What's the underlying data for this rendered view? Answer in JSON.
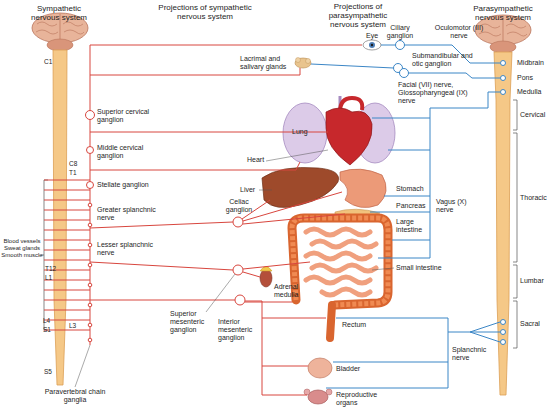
{
  "diagram": {
    "labels": [
      "Sympathetic nervous system",
      "Projections of sympathetic nervous system",
      "Projections of parasympathetic nervous system",
      "Parasympathetic nervous system",
      "Eye",
      "Ciliary ganglion",
      "Oculomotor (III) nerve",
      "Lacrimal and salivary glands",
      "Submandibular and otic ganglion",
      "Midbrain",
      "Facial (VII) nerve, Glossopharyngeal (IX) nerve",
      "Pons",
      "Medulla",
      "C1",
      "Superior cervical ganglion",
      "Lung",
      "Cervical",
      "Heart",
      "Middle cervical ganglion",
      "C8",
      "T1",
      "Stellate ganglion",
      "Liver",
      "Stomach",
      "Vagus (X) nerve",
      "Pancreas",
      "Celiac ganglion",
      "Greater splanchnic nerve",
      "Large intestine",
      "Blood vessels Sweat glands Smooth muscle",
      "Thoracic",
      "T12",
      "L1",
      "Lesser splanchnic nerve",
      "Small intestine",
      "Adrenal medulla",
      "Lumbar",
      "L4",
      "S1",
      "L3",
      "Superior mesenteric ganglion",
      "Interior mesenteric ganglion",
      "Rectum",
      "Splanchnic nerve",
      "Sacral",
      "Bladder",
      "S5",
      "Reproductive organs",
      "Paravertebral chain ganglia"
    ]
  }
}
